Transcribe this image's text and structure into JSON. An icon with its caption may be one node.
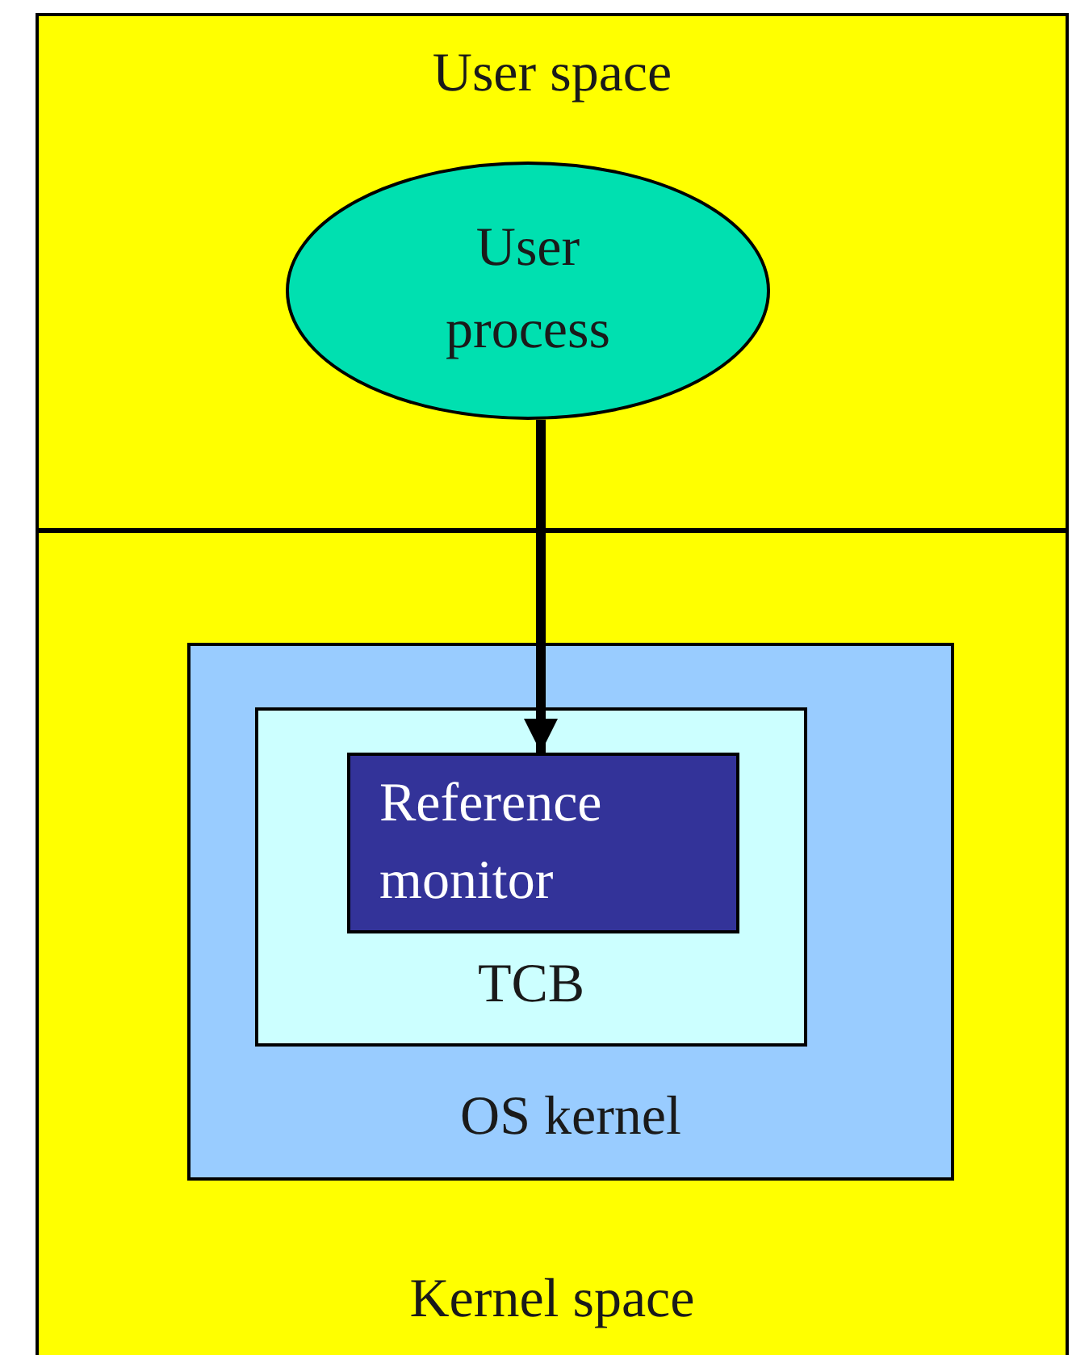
{
  "diagram": {
    "nodes": [
      {
        "text": [
          "User space"
        ]
      },
      {
        "text": [
          "User process"
        ],
        "in": 0
      },
      {
        "text": [
          "Kernel space"
        ]
      },
      {
        "text": [
          "OS kernel"
        ],
        "in": 2
      },
      {
        "text": [
          "TCB"
        ],
        "in": 3
      },
      {
        "text": [
          "Reference monitor"
        ],
        "in": 4
      }
    ],
    "edges": [
      {
        "from": 1,
        "to": 5,
        "arrow": "to"
      }
    ]
  }
}
